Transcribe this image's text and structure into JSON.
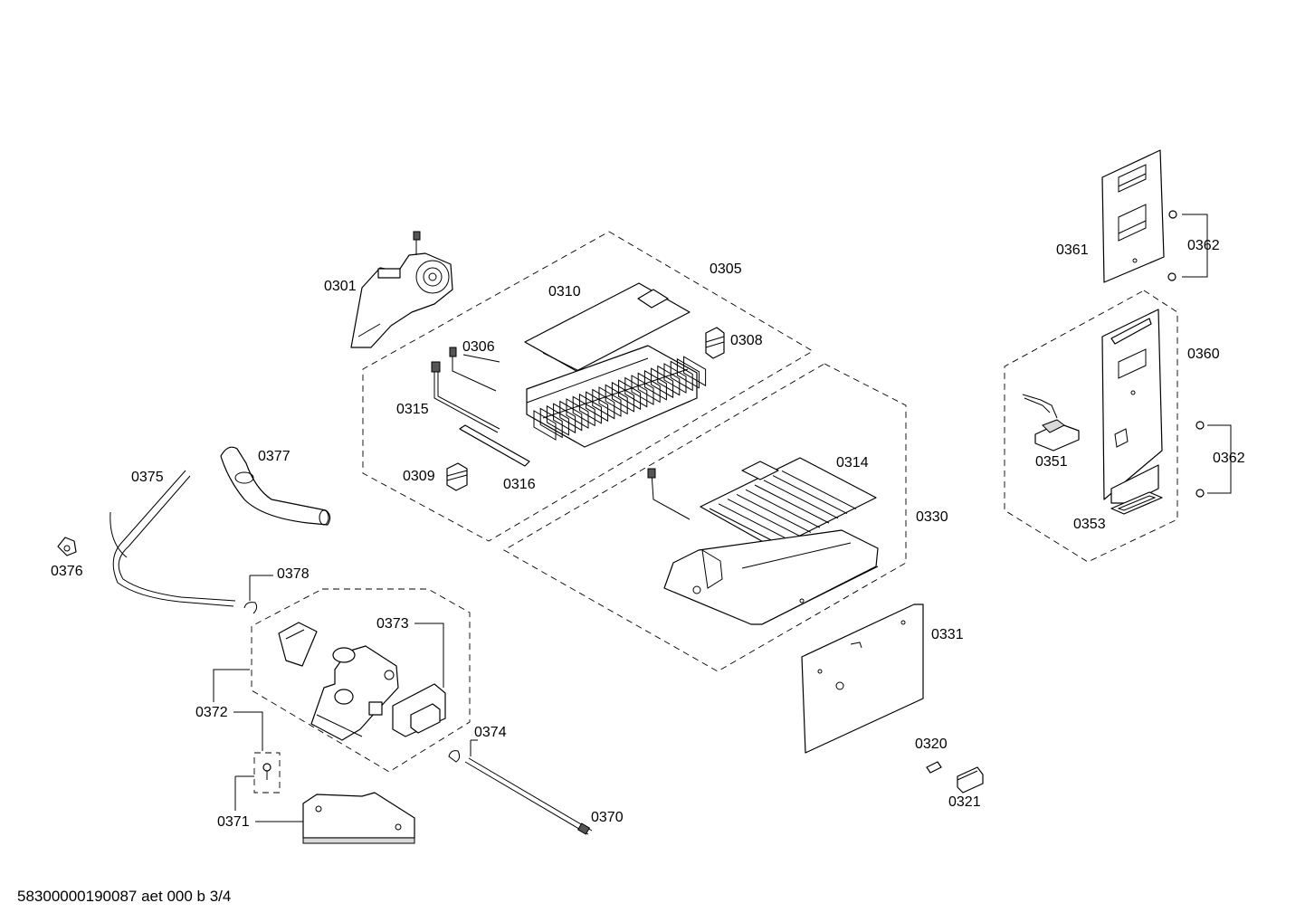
{
  "labels": {
    "p0301": "0301",
    "p0305": "0305",
    "p0306": "0306",
    "p0308": "0308",
    "p0309": "0309",
    "p0310": "0310",
    "p0314": "0314",
    "p0315": "0315",
    "p0316": "0316",
    "p0320": "0320",
    "p0321": "0321",
    "p0330": "0330",
    "p0331": "0331",
    "p0351": "0351",
    "p0353": "0353",
    "p0360": "0360",
    "p0361": "0361",
    "p0362a": "0362",
    "p0362b": "0362",
    "p0370": "0370",
    "p0371": "0371",
    "p0372": "0372",
    "p0373": "0373",
    "p0374": "0374",
    "p0375": "0375",
    "p0376": "0376",
    "p0377": "0377",
    "p0378": "0378"
  },
  "footer": "58300000190087 aet 000 b 3/4"
}
